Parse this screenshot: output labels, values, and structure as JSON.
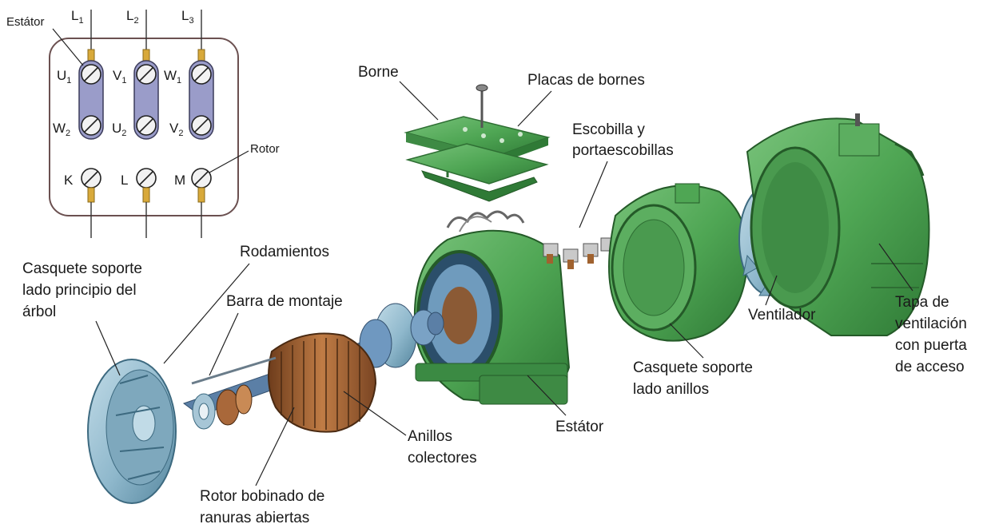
{
  "schematic": {
    "phase_lines": [
      {
        "main": "L",
        "sub": "1"
      },
      {
        "main": "L",
        "sub": "2"
      },
      {
        "main": "L",
        "sub": "3"
      }
    ],
    "stator_label": "Estátor",
    "rotor_label": "Rotor",
    "top_terminals": [
      {
        "main": "U",
        "sub": "1"
      },
      {
        "main": "V",
        "sub": "1"
      },
      {
        "main": "W",
        "sub": "1"
      }
    ],
    "bottom_terminals": [
      {
        "main": "W",
        "sub": "2"
      },
      {
        "main": "U",
        "sub": "2"
      },
      {
        "main": "V",
        "sub": "2"
      }
    ],
    "rotor_terminals": [
      "K",
      "L",
      "M"
    ]
  },
  "labels": {
    "borne": "Borne",
    "placas": "Placas de bornes",
    "escobilla_1": "Escobilla y",
    "escobilla_2": "portaescobillas",
    "rodamientos": "Rodamientos",
    "casquete_principio_1": "Casquete soporte",
    "casquete_principio_2": "lado principio del",
    "casquete_principio_3": "árbol",
    "barra": "Barra de montaje",
    "ventilador": "Ventilador",
    "tapa_1": "Tapa de",
    "tapa_2": "ventilación",
    "tapa_3": "con puerta",
    "tapa_4": "de acceso",
    "casquete_anillos_1": "Casquete soporte",
    "casquete_anillos_2": "lado anillos",
    "estator": "Estátor",
    "anillos_1": "Anillos",
    "anillos_2": "colectores",
    "rotor_bob_1": "Rotor bobinado de",
    "rotor_bob_2": "ranuras abiertas"
  },
  "colors": {
    "green_part": "#4fa654",
    "green_dark": "#2e6e33",
    "blue_part": "#8fb8cc",
    "blue_dark": "#4b7a92",
    "rotor_brown": "#a9683a",
    "winding_lavender": "#9a9cc9",
    "terminal_yellow": "#d8a93a"
  }
}
